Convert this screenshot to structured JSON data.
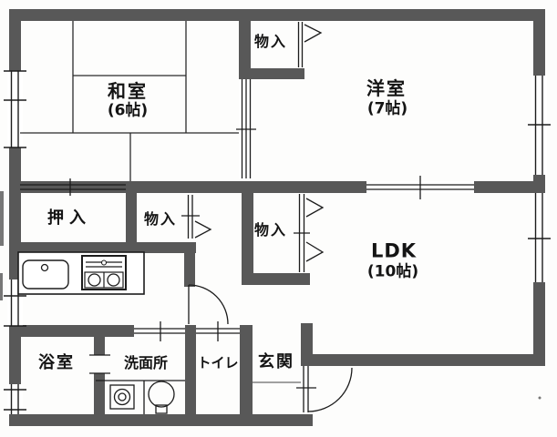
{
  "colors": {
    "wall": "#585858",
    "line": "#1c1c1c",
    "background": "#fdfdfc"
  },
  "rooms": {
    "washitsu": {
      "name": "和室",
      "size": "(6帖)"
    },
    "yoshitsu": {
      "name": "洋室",
      "size": "(7帖)"
    },
    "ldk": {
      "name": "LDK",
      "size": "(10帖)"
    },
    "bathroom": {
      "name": "浴室"
    },
    "washroom": {
      "name": "洗面所"
    },
    "toilet": {
      "name": "トイレ"
    },
    "entrance": {
      "name": "玄関"
    },
    "oshiire": {
      "name": "押入"
    },
    "storage_top": {
      "name": "物入"
    },
    "storage_hall": {
      "name": "物入"
    },
    "storage_center": {
      "name": "物入"
    }
  }
}
